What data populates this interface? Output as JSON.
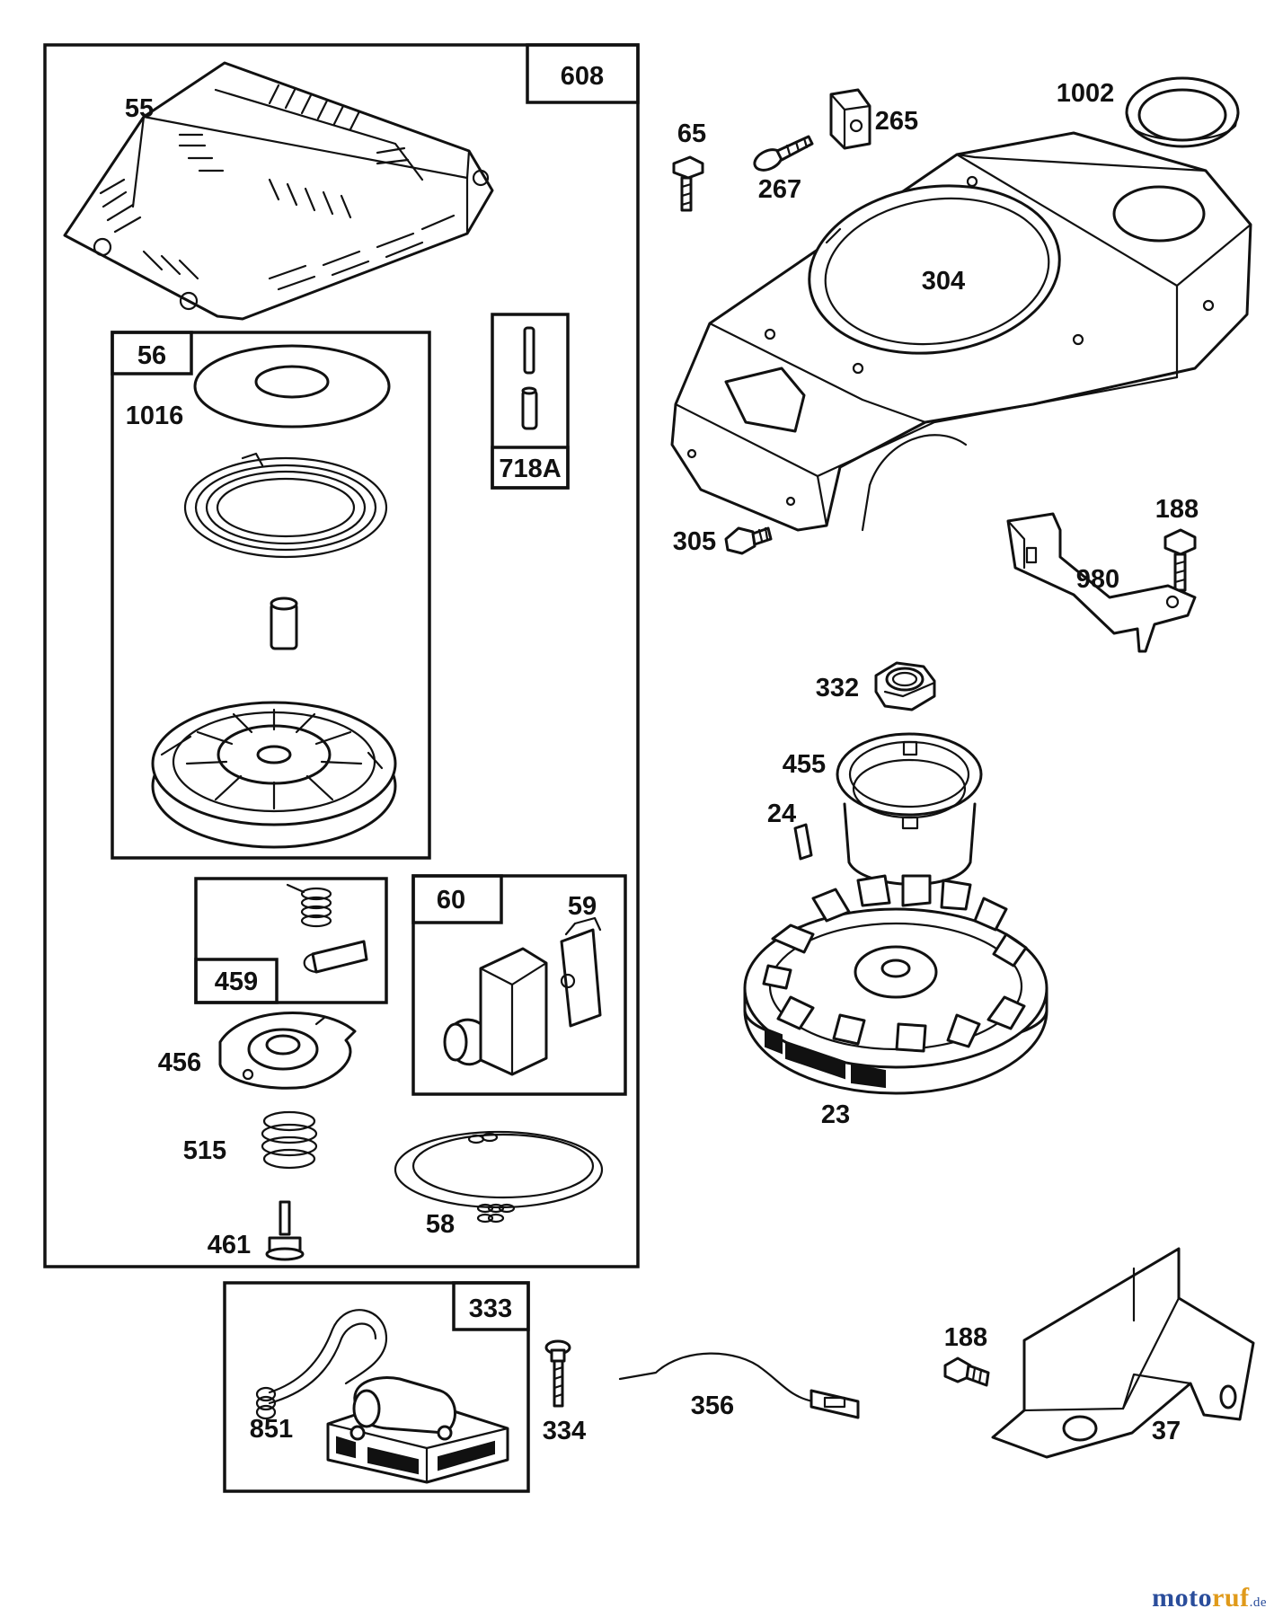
{
  "boxes": {
    "b608": "608",
    "b56": "56",
    "b718a": "718A",
    "b459": "459",
    "b60": "60",
    "b333": "333"
  },
  "labels": {
    "p55": "55",
    "p1016": "1016",
    "p59": "59",
    "p456": "456",
    "p515": "515",
    "p461": "461",
    "p58": "58",
    "p851": "851",
    "p334": "334",
    "p356": "356",
    "p65": "65",
    "p267": "267",
    "p265": "265",
    "p1002": "1002",
    "p304": "304",
    "p305": "305",
    "p188a": "188",
    "p980": "980",
    "p332": "332",
    "p455": "455",
    "p24": "24",
    "p23": "23",
    "p188b": "188",
    "p37": "37"
  },
  "watermark": {
    "part1": "moto",
    "part2": "ruf",
    "part3": ".de"
  }
}
